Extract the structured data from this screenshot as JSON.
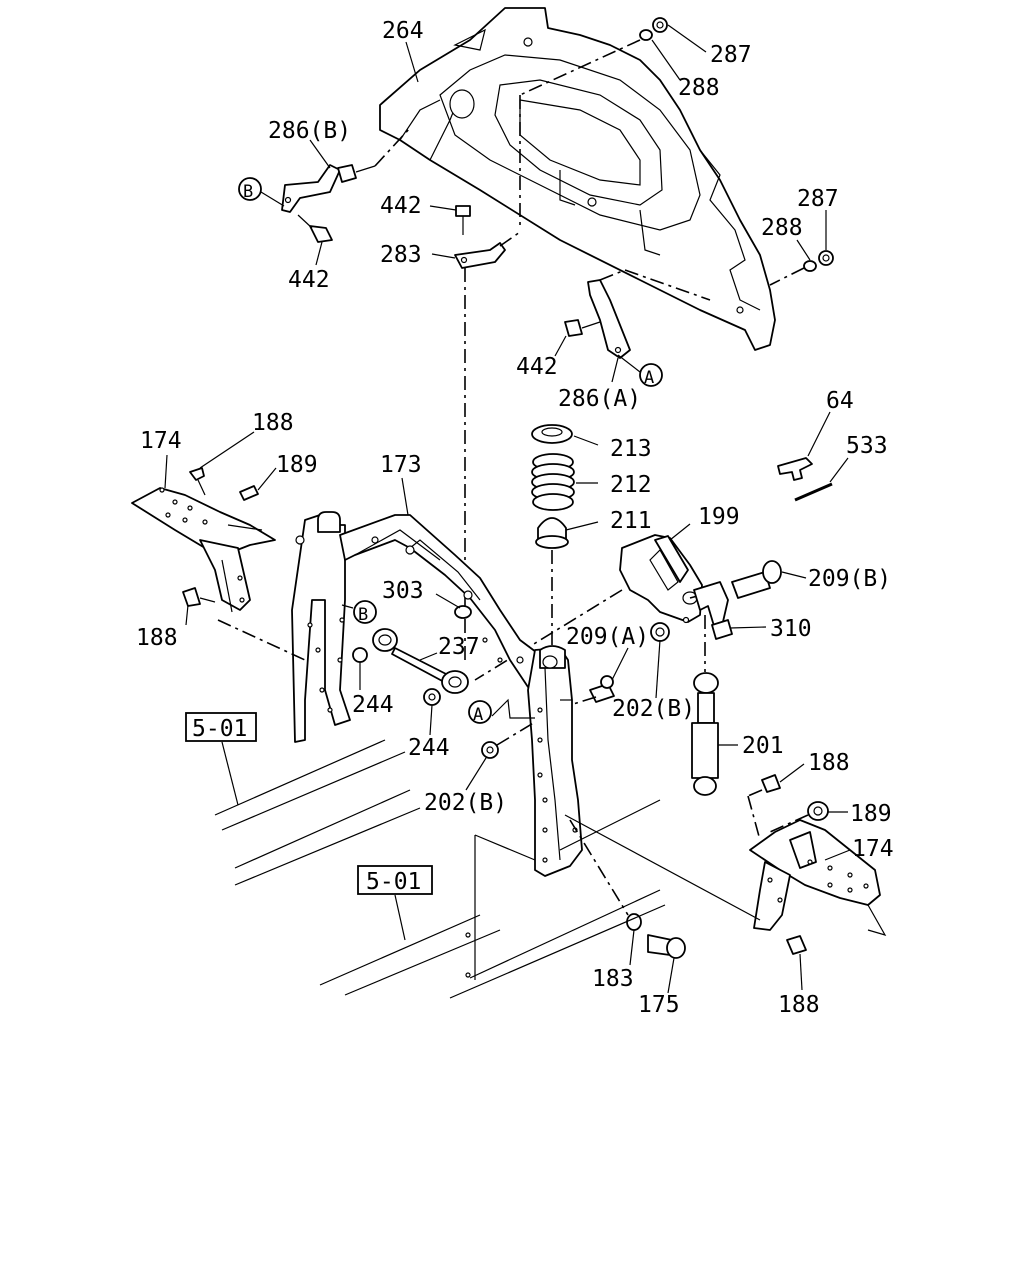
{
  "callouts": {
    "p264": "264",
    "p287_top": "287",
    "p288_top": "288",
    "p286b": "286(B)",
    "p442_top": "442",
    "p283": "283",
    "p442_left": "442",
    "p287_right": "287",
    "p288_right": "288",
    "p442_mid": "442",
    "p286a": "286(A)",
    "p64": "64",
    "p533": "533",
    "p213": "213",
    "p212": "212",
    "p211": "211",
    "p199": "199",
    "p209b": "209(B)",
    "p310": "310",
    "p209a": "209(A)",
    "p202b_right": "202(B)",
    "p174_left": "174",
    "p188_left_top": "188",
    "p189_left": "189",
    "p173": "173",
    "p303": "303",
    "p237": "237",
    "p188_left_bottom": "188",
    "p244_a": "244",
    "p244_b": "244",
    "p202b_left": "202(B)",
    "p201": "201",
    "p188_right_top": "188",
    "p189_right": "189",
    "p174_right": "174",
    "p183": "183",
    "p175": "175",
    "p188_right_bottom": "188"
  },
  "references": {
    "ref_upper": "5-01",
    "ref_lower": "5-01"
  },
  "markers": {
    "marker_b_top": "B",
    "marker_b_frame": "B",
    "marker_a_mid": "A",
    "marker_a_bottom": "A"
  }
}
